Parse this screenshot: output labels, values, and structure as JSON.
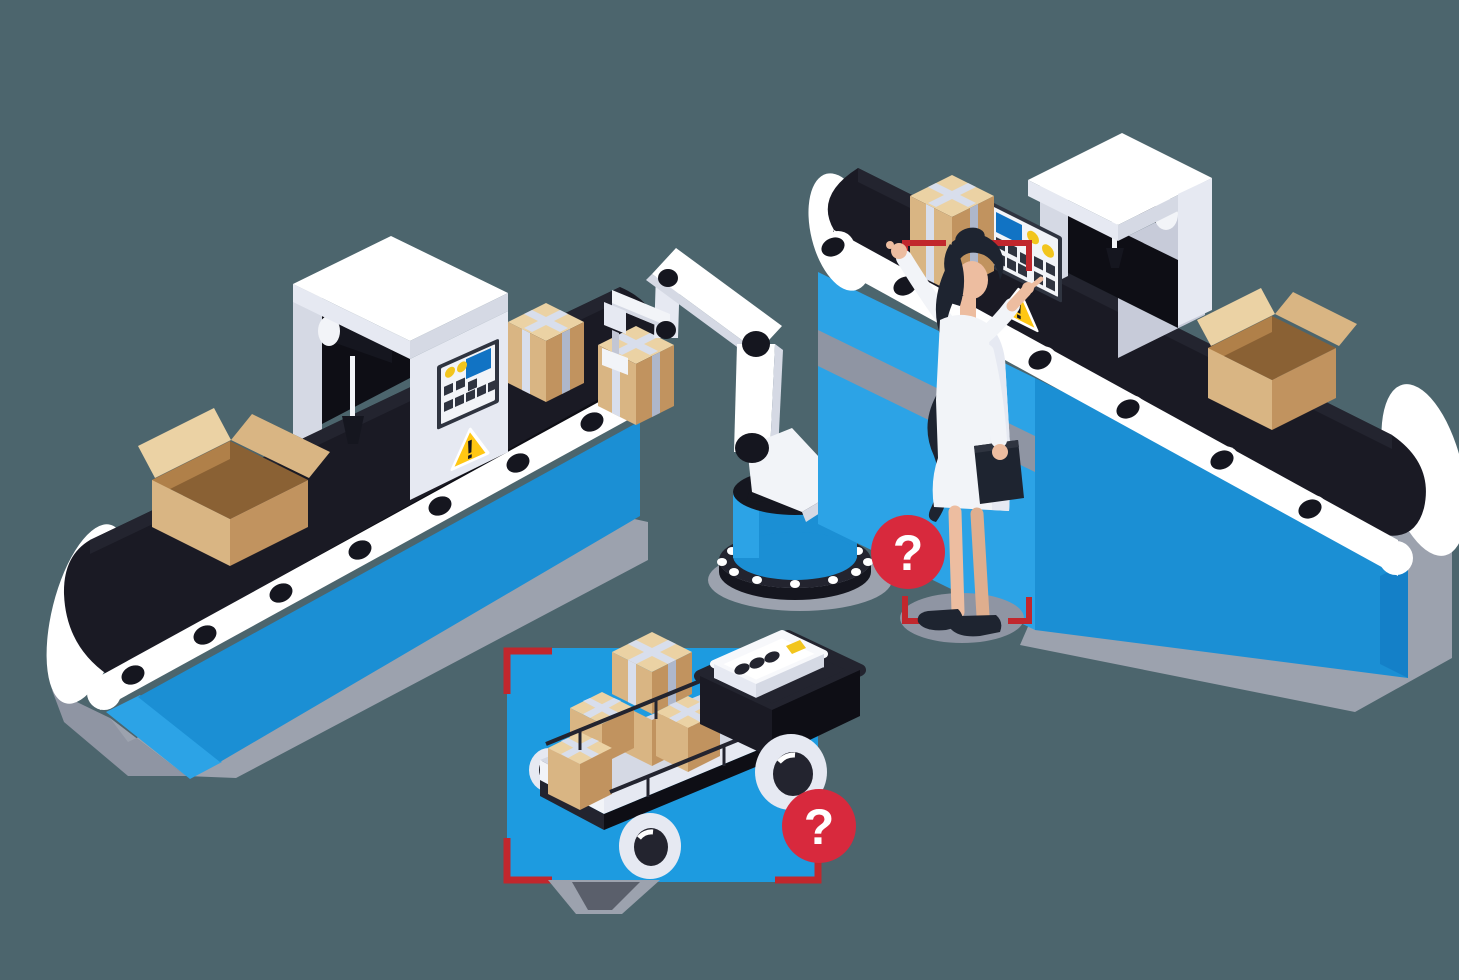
{
  "badges": {
    "question_mark": "?"
  },
  "warning": {
    "exclamation_mark": "!"
  },
  "scene": {
    "objects": [
      "left-conveyor",
      "left-scanner-gantry",
      "robotic-arm",
      "right-conveyor",
      "right-scanner-gantry",
      "inspector-person",
      "agv-cargo-cart",
      "detection-frame-person",
      "detection-frame-agv",
      "question-badge-robot",
      "question-badge-agv",
      "warning-sign-left",
      "warning-sign-right"
    ]
  },
  "colors": {
    "bg": "#4C656D",
    "blue_light": "#2CA3E6",
    "blue_mid": "#1B8FD4",
    "blue_deep": "#1480C8",
    "agv_blue": "#1D9BE0",
    "belt": "#1A1A24",
    "belt_dark": "#0E0E15",
    "navy": "#23242F",
    "ink": "#15161F",
    "white": "#FFFFFF",
    "off_white": "#F2F4F8",
    "light_gray": "#E6E9F2",
    "mid_gray": "#D5D9E4",
    "steel_gray": "#C2C6D4",
    "inner_gray": "#C7CBD9",
    "shadow": "#9CA2AE",
    "shadow_dark": "#8F95A3",
    "shadow_dark2": "#5A5F6B",
    "panel_frame": "#2F3440",
    "screen_blue": "#1173C4",
    "yellow": "#F2C51D",
    "warning_yellow": "#FFC713",
    "card_top": "#EBD2A4",
    "card_light": "#DDBC8C",
    "card_mid": "#D9B583",
    "card_dark": "#C1935F",
    "card_deep": "#B08049",
    "card_interior": "#8A6134",
    "strap": "#D8DEEC",
    "strap_dark": "#AEB7CB",
    "badge_red": "#D8293D",
    "bracket_red": "#C1272D",
    "skin": "#EDBDA0",
    "skin_shade": "#DFAE8E",
    "hair": "#1E2430"
  }
}
